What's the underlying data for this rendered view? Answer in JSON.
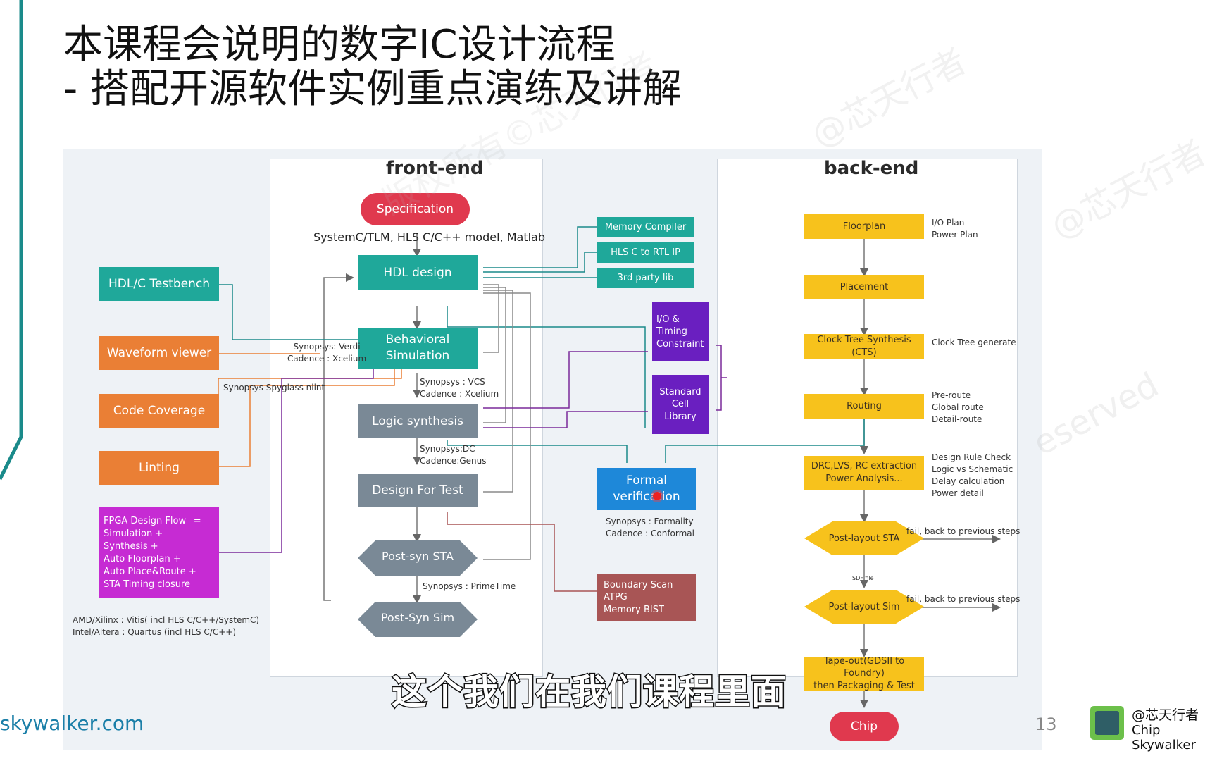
{
  "title": {
    "line1": "本课程会说明的数字IC设计流程",
    "line2": "- 搭配开源软件实例重点演练及讲解"
  },
  "watermarks": [
    "@芯天行者",
    "版权所有©芯天行者",
    "@芯天行者",
    "eserved"
  ],
  "frontend": {
    "title": "front-end",
    "spec": "Specification",
    "spec_note": "SystemC/TLM, HLS C/C++ model, Matlab",
    "hdl_design": "HDL design",
    "behavioral_sim": "Behavioral\nSimulation",
    "verdi_note": "Synopsys: Verdi\nCadence : Xcelium",
    "vcs_note": "Synopsys : VCS\nCadence : Xcelium",
    "spyglass_note": "Synopsys Spyglass nlint",
    "logic_synthesis": "Logic synthesis",
    "dc_note": "Synopsys:DC\nCadence:Genus",
    "dft": "Design For Test",
    "post_syn_sta": "Post-syn STA",
    "primetime_note": "Synopsys : PrimeTime",
    "post_syn_sim": "Post-Syn Sim"
  },
  "left_tools": {
    "testbench": "HDL/C Testbench",
    "waveform": "Waveform viewer",
    "coverage": "Code Coverage",
    "linting": "Linting",
    "fpga": "FPGA Design Flow –=\nSimulation +\nSynthesis   +\nAuto Floorplan +\nAuto Place&Route +\nSTA Timing closure",
    "fpga_note": "AMD/Xilinx : Vitis( incl HLS C/C++/SystemC)\nIntel/Altera : Quartus (incl HLS C/C++)"
  },
  "middle": {
    "memory_compiler": "Memory Compiler",
    "hls": "HLS C to RTL IP",
    "third_party": "3rd party lib",
    "io_timing": "I/O &\nTiming\nConstraint",
    "std_cell": "Standard\nCell\nLibrary",
    "formal": "Formal\nverification",
    "formal_note": "Synopsys : Formality\nCadence : Conformal",
    "boundary": "Boundary Scan\nATPG\nMemory BIST"
  },
  "backend": {
    "title": "back-end",
    "floorplan": "Floorplan",
    "floorplan_note": "I/O  Plan\nPower Plan",
    "placement": "Placement",
    "cts": "Clock Tree Synthesis (CTS)",
    "cts_note": "Clock Tree generate",
    "routing": "Routing",
    "routing_note": "Pre-route\nGlobal route\nDetail-route",
    "drc": "DRC,LVS, RC extraction\nPower Analysis...",
    "drc_note": "Design Rule Check\nLogic vs Schematic\nDelay calculation\nPower detail",
    "post_layout_sta": "Post-layout STA",
    "fail_note_1": "fail, back to previous steps",
    "sdf": "SDF file",
    "post_layout_sim": "Post-layout Sim",
    "fail_note_2": "fail, back to previous steps",
    "tapeout": "Tape-out(GDSII to Foundry)\nthen Packaging & Test",
    "chip": "Chip"
  },
  "footer": {
    "site": "skywalker.com",
    "page": "13",
    "brand_cn": "@芯天行者",
    "brand_en": "Chip Skywalker"
  },
  "subtitle": "这个我们在我们课程里面",
  "colors": {
    "teal": "#1fa89a",
    "orange": "#ea7f35",
    "gray": "#7a8996",
    "yellow": "#f7c21c",
    "purple": "#6a1fc0",
    "magenta": "#c62bd3",
    "red": "#e0394e",
    "blue": "#1e88d9",
    "brown": "#a85555",
    "accent_line": "#1a8a8a"
  }
}
